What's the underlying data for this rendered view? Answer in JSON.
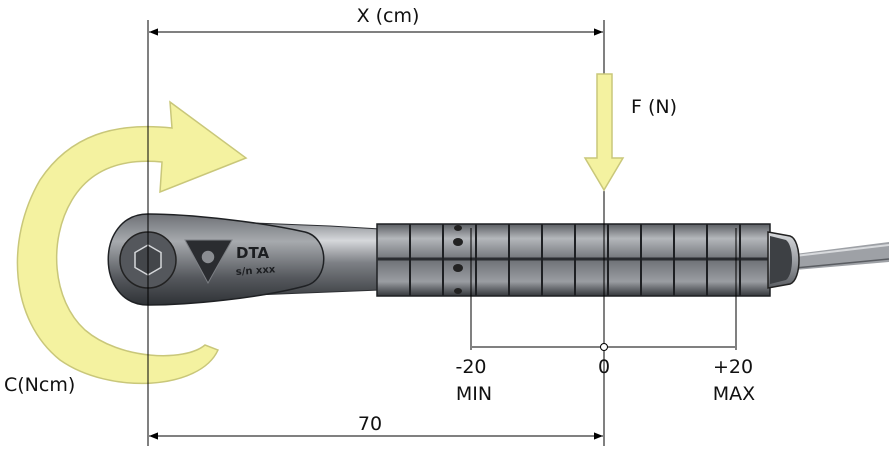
{
  "labels": {
    "distance_axis": "X (cm)",
    "force": "F (N)",
    "torque": "C(Ncm)",
    "scale_min_value": "-20",
    "scale_min_word": "MIN",
    "scale_zero": "0",
    "scale_max_value": "+20",
    "scale_max_word": "MAX",
    "center_distance": "70"
  },
  "wrench_marking": {
    "brand": "DTA",
    "serial": "s/n xxx"
  },
  "colors": {
    "arrow_fill": "#f4f2a0",
    "arrow_stroke": "#c9c77a",
    "metal_dark": "#4a4c50",
    "metal_light": "#c8cacd",
    "grip_dark": "#3a3d42",
    "grip_light": "#9da0a5"
  }
}
